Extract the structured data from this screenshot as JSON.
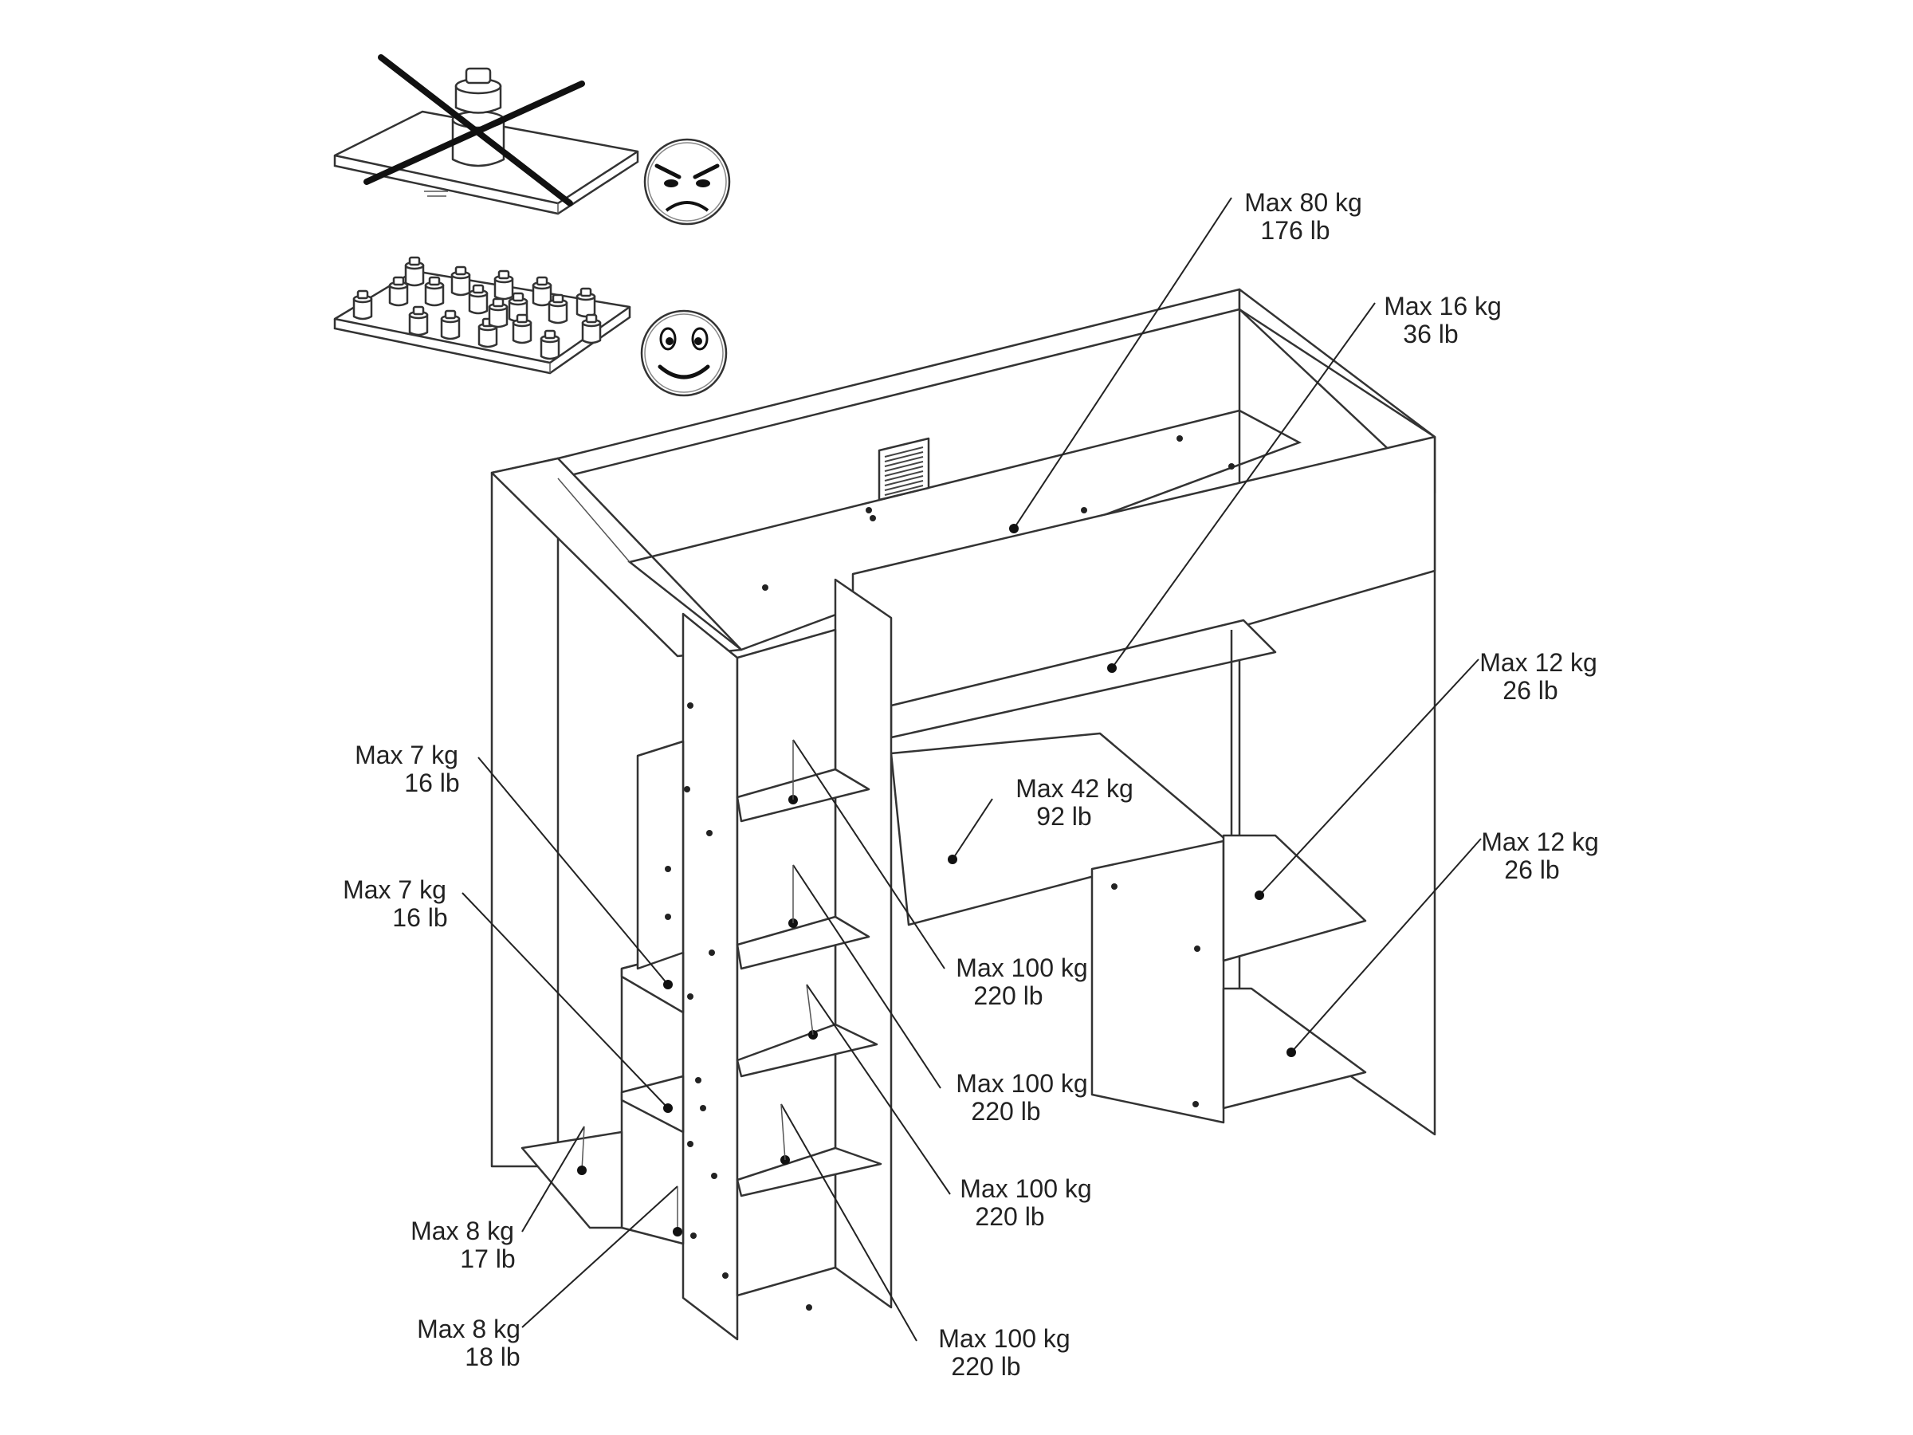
{
  "labels": [
    {
      "id": "bed-top",
      "weight_kg": "Max 80 kg",
      "weight_lb": "176 lb"
    },
    {
      "id": "top-shelf",
      "weight_kg": "Max 16 kg",
      "weight_lb": "36 lb"
    },
    {
      "id": "side-shelf-upper",
      "weight_kg": "Max 12 kg",
      "weight_lb": "26 lb"
    },
    {
      "id": "side-shelf-lower",
      "weight_kg": "Max 12 kg",
      "weight_lb": "26 lb"
    },
    {
      "id": "desk",
      "weight_kg": "Max 42 kg",
      "weight_lb": "92 lb"
    },
    {
      "id": "stair-left-upper",
      "weight_kg": "Max 7 kg",
      "weight_lb": "16 lb"
    },
    {
      "id": "stair-left-lower",
      "weight_kg": "Max  7 kg",
      "weight_lb": "16 lb"
    },
    {
      "id": "step-1",
      "weight_kg": "Max 100 kg",
      "weight_lb": "220 lb"
    },
    {
      "id": "step-2",
      "weight_kg": "Max 100 kg",
      "weight_lb": "220 lb"
    },
    {
      "id": "step-3",
      "weight_kg": "Max 100 kg",
      "weight_lb": "220 lb"
    },
    {
      "id": "step-4",
      "weight_kg": "Max 100 kg",
      "weight_lb": "220 lb"
    },
    {
      "id": "floor-shelf",
      "weight_kg": "Max 8 kg",
      "weight_lb": "17 lb"
    },
    {
      "id": "stair-bottom",
      "weight_kg": "Max 8 kg",
      "weight_lb": "18 lb"
    }
  ],
  "icons": {
    "wrong": "angry-face-icon",
    "right": "happy-face-icon",
    "point_load": "single-weight-icon",
    "spread_load": "distributed-weights-icon"
  }
}
